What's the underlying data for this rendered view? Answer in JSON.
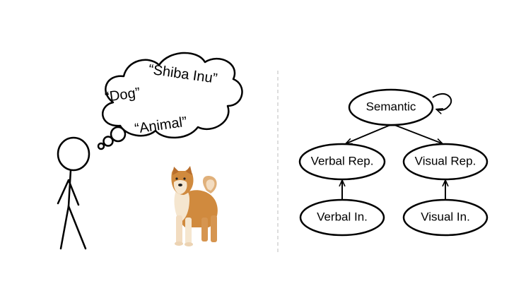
{
  "thought_bubble": {
    "words": [
      "“Shiba Inu”",
      "“Dog”",
      "“Animal”"
    ]
  },
  "diagram": {
    "nodes": {
      "semantic": "Semantic",
      "verbal_rep": "Verbal Rep.",
      "visual_rep": "Visual Rep.",
      "verbal_in": "Verbal In.",
      "visual_in": "Visual In."
    },
    "edges": [
      {
        "from": "verbal_in",
        "to": "verbal_rep"
      },
      {
        "from": "visual_in",
        "to": "visual_rep"
      },
      {
        "from": "semantic",
        "to": "verbal_rep",
        "bidirectional": true
      },
      {
        "from": "semantic",
        "to": "visual_rep",
        "bidirectional": true
      },
      {
        "from": "semantic",
        "to": "semantic",
        "self_loop": true
      }
    ]
  },
  "colors": {
    "ink": "#000000",
    "divider": "#bbbbbb",
    "dog_coat": "#d08a3e",
    "dog_light": "#f5e6cf"
  }
}
